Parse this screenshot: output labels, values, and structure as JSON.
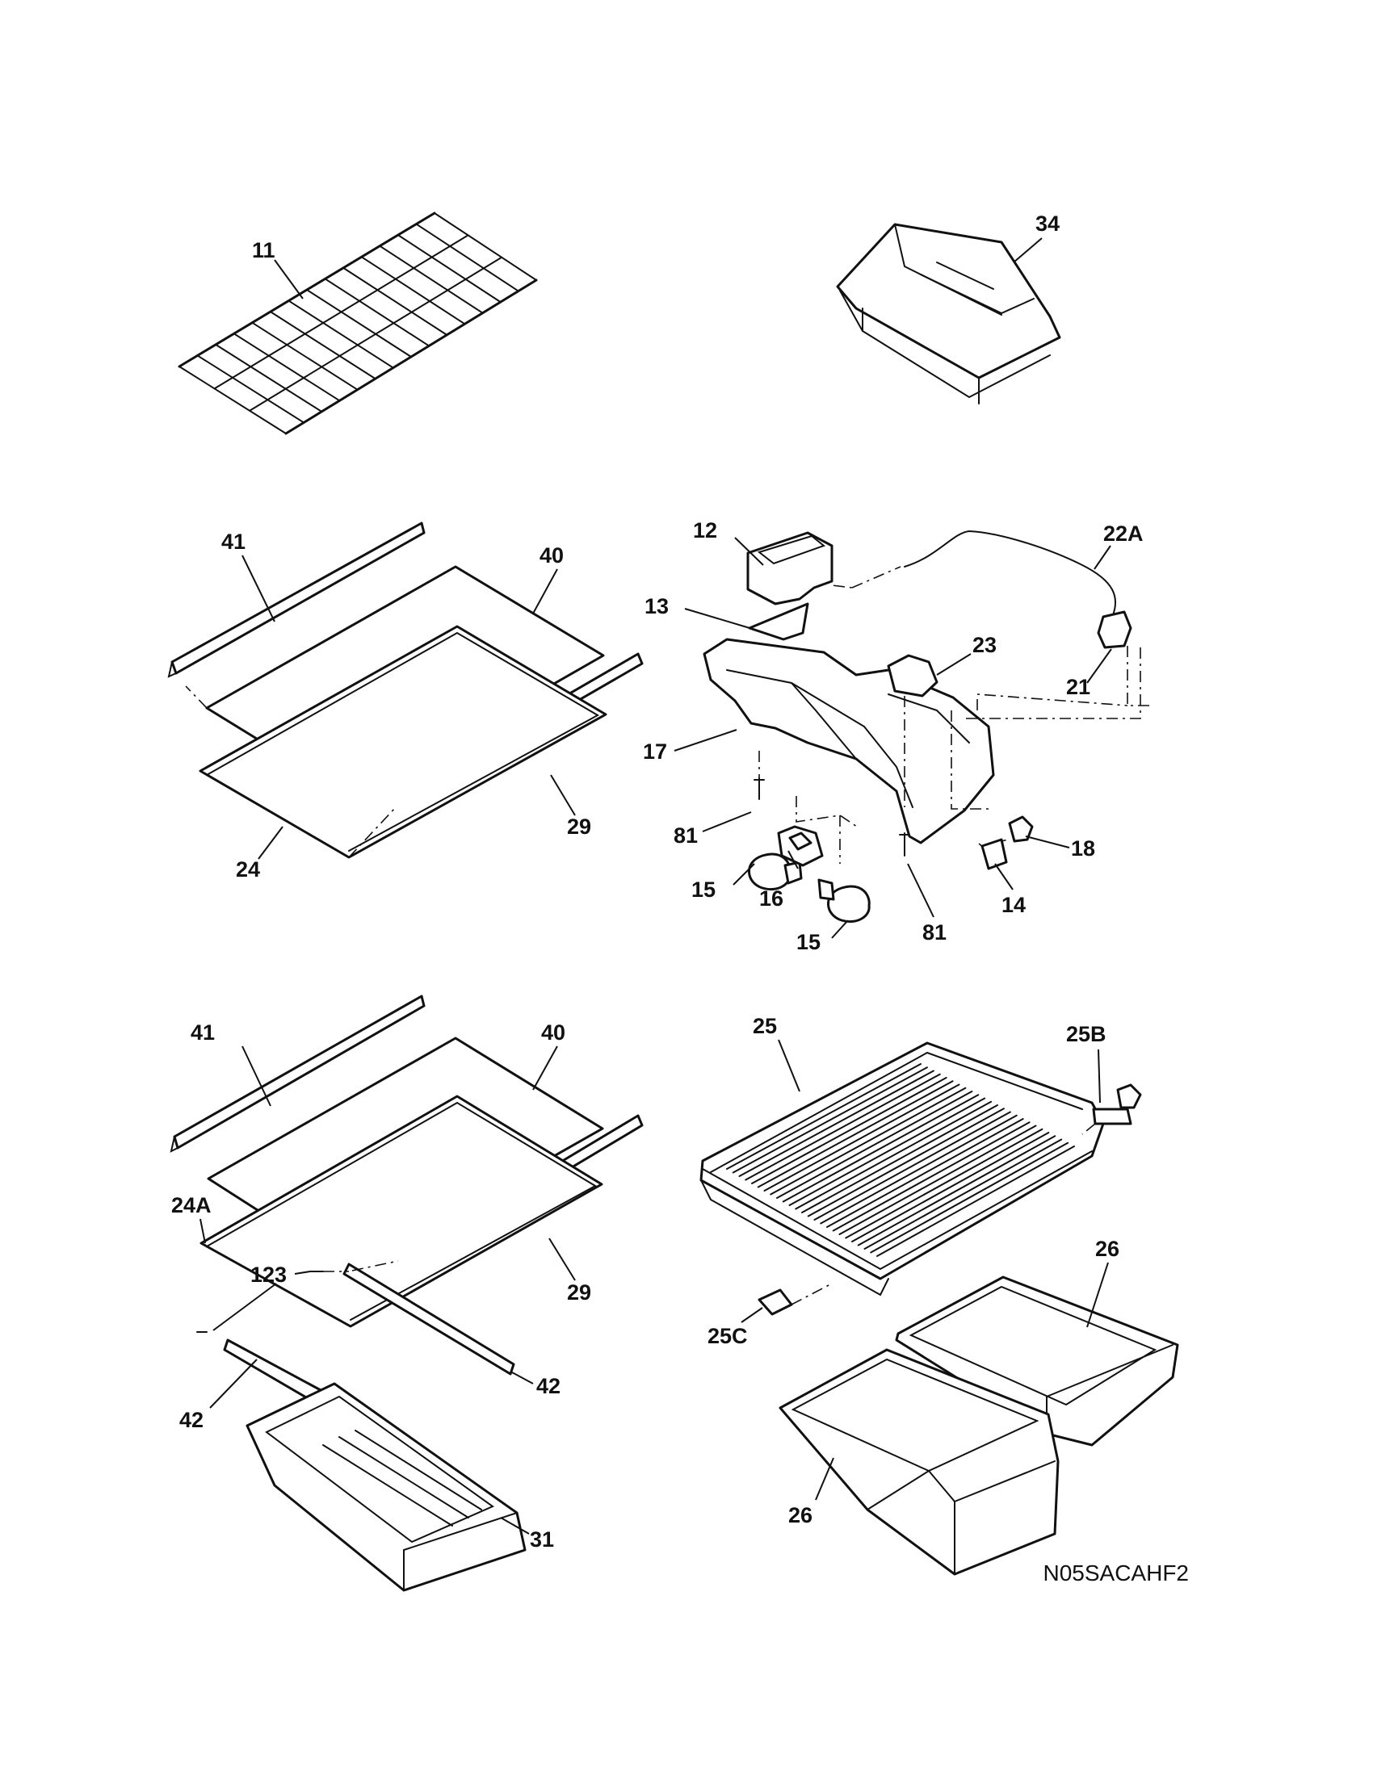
{
  "diagram_code": "N05SACAHF2",
  "labels": {
    "wire_shelf": "11",
    "crisper_pan_upper": "34",
    "shelf_trim_rear_1": "41",
    "glass_shelf_1": "40",
    "shelf_trim_front_1": "29",
    "shelf_frame_1": "24",
    "control_box_top": "12",
    "damper": "13",
    "housing": "17",
    "screw_left": "81",
    "bulb_left": "15",
    "socket": "16",
    "bulb_lower": "15",
    "screw_right": "81",
    "switch": "14",
    "knob": "18",
    "thermostat": "23",
    "harness": "22A",
    "connector": "21",
    "shelf_trim_rear_2": "41",
    "glass_shelf_2": "40",
    "shelf_frame_2": "24A",
    "screw_123": "123",
    "shelf_trim_front_2": "29",
    "slide_right": "42",
    "slide_left": "42",
    "meat_pan": "31",
    "crisper_cover": "25",
    "cover_bracket_b": "25B",
    "cover_bracket_c": "25C",
    "crisper_right": "26",
    "crisper_left": "26"
  }
}
